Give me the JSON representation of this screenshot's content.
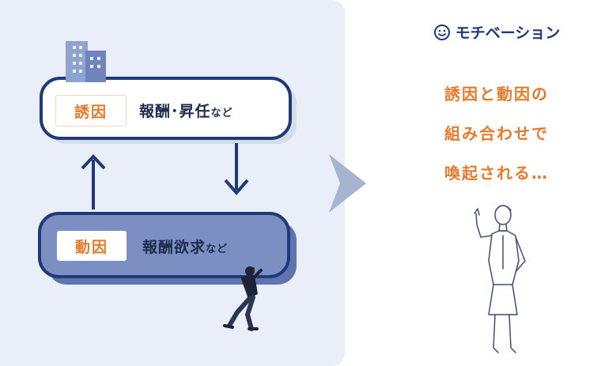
{
  "diagram": {
    "incentive": {
      "label": "誘因",
      "text_main": "報酬･昇任",
      "text_suffix": "など"
    },
    "motive": {
      "label": "動因",
      "text_main": "報酬欲求",
      "text_suffix": "など"
    }
  },
  "right": {
    "title": "モチベーション",
    "lines": [
      "誘因と動因の",
      "組み合わせで",
      "喚起される…"
    ]
  },
  "colors": {
    "navy": "#1f3a78",
    "orange": "#e7792b",
    "panel_bg": "#e9eef9",
    "motive_fill": "#7b8fc2",
    "arrow_gray": "#a7b4cf"
  },
  "icons": {
    "building": "office-building-icon",
    "worker": "businessman-pushing-icon",
    "woman": "businesswoman-pointing-icon",
    "smile": "smile-icon"
  }
}
